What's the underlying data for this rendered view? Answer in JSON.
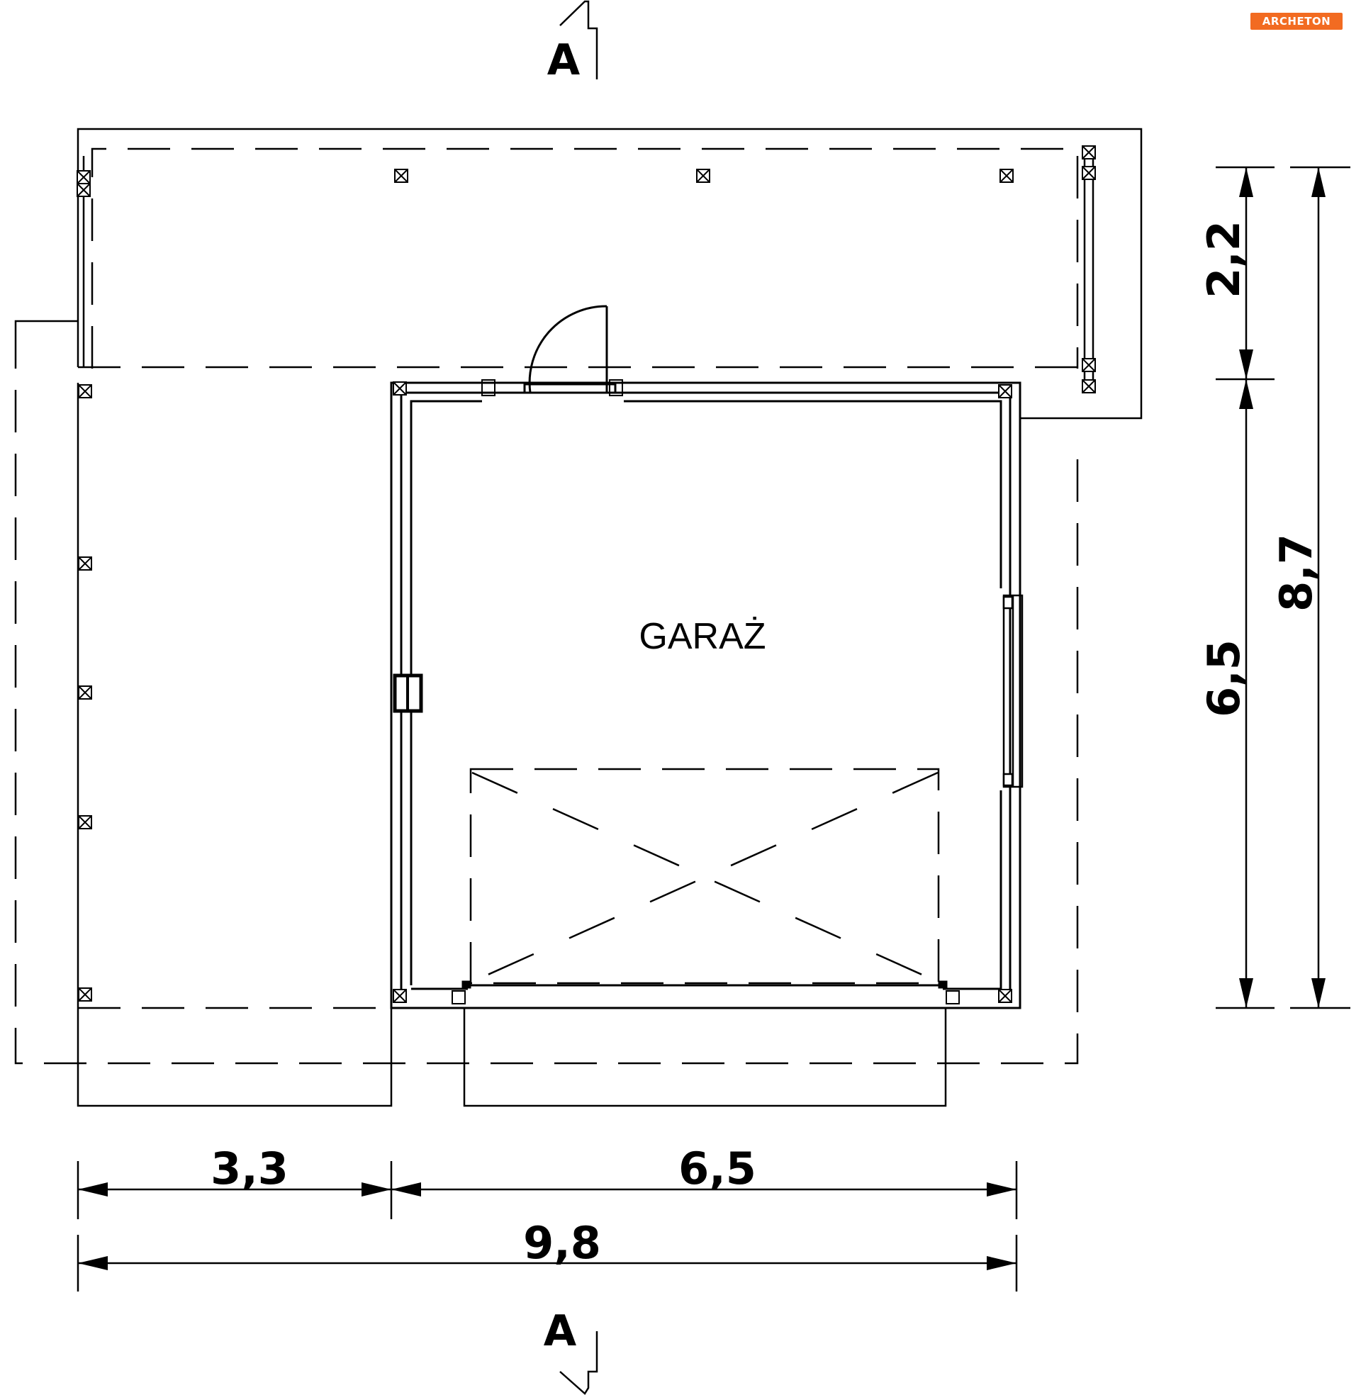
{
  "logo": {
    "text": "ARCHETON",
    "color": "#f26b21"
  },
  "section_marks": {
    "top": "A",
    "bottom": "A"
  },
  "room": {
    "label": "GARAŻ"
  },
  "dimensions": {
    "horizontal": {
      "left": "3,3",
      "right": "6,5",
      "total": "9,8"
    },
    "vertical": {
      "top": "2,2",
      "bottom": "6,5",
      "total": "8,7"
    }
  }
}
